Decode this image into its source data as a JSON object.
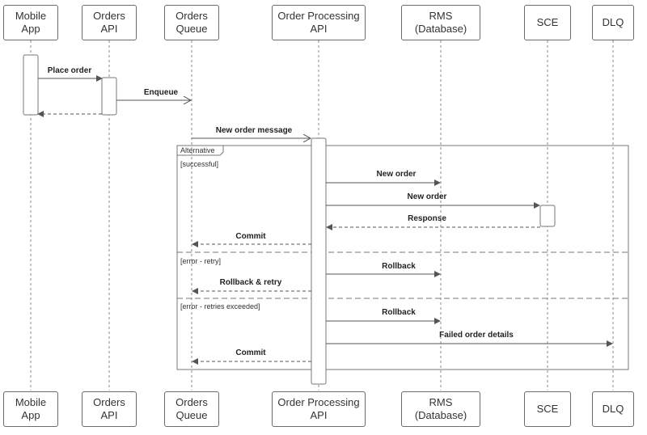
{
  "participants": [
    {
      "id": "mobile",
      "label": "Mobile\nApp"
    },
    {
      "id": "orders_api",
      "label": "Orders\nAPI"
    },
    {
      "id": "orders_queue",
      "label": "Orders\nQueue"
    },
    {
      "id": "opa",
      "label": "Order Processing\nAPI"
    },
    {
      "id": "rms",
      "label": "RMS\n(Database)"
    },
    {
      "id": "sce",
      "label": "SCE"
    },
    {
      "id": "dlq",
      "label": "DLQ"
    }
  ],
  "fragment": {
    "label": "Alternative",
    "guards": [
      "[successful]",
      "[error - retry]",
      "[error - retries exceeded]"
    ]
  },
  "messages": [
    {
      "id": "m1",
      "label": "Place order"
    },
    {
      "id": "m2",
      "label": "Enqueue"
    },
    {
      "id": "m3",
      "label": "New order message"
    },
    {
      "id": "m4",
      "label": "New order"
    },
    {
      "id": "m5",
      "label": "New order"
    },
    {
      "id": "m6",
      "label": "Response"
    },
    {
      "id": "m7",
      "label": "Commit"
    },
    {
      "id": "m8",
      "label": "Rollback"
    },
    {
      "id": "m9",
      "label": "Rollback & retry"
    },
    {
      "id": "m10",
      "label": "Rollback"
    },
    {
      "id": "m11",
      "label": "Failed order details"
    },
    {
      "id": "m12",
      "label": "Commit"
    }
  ]
}
